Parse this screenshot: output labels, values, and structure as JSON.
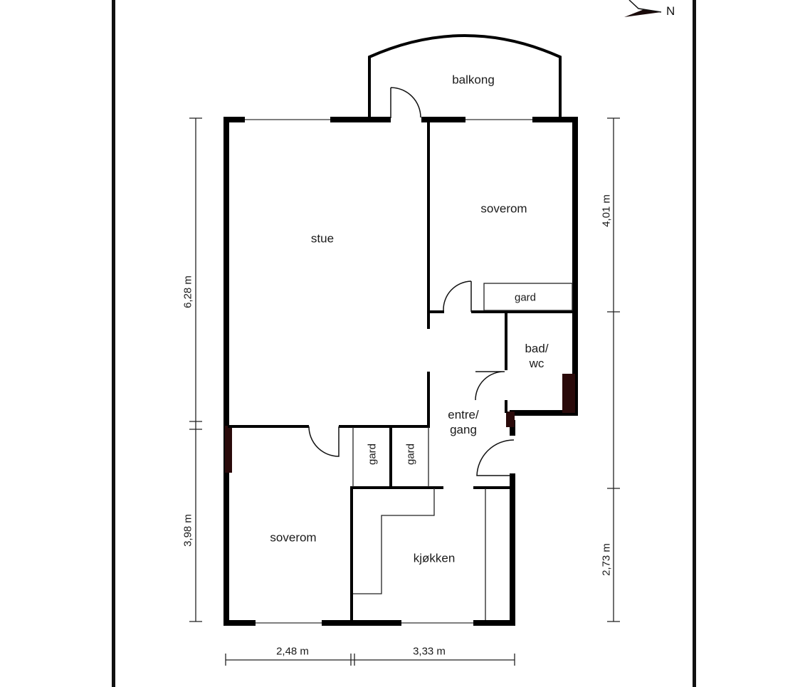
{
  "compass": {
    "label": "N",
    "icon": "north-arrow-icon"
  },
  "rooms": {
    "balcony": "balkong",
    "living_room": "stue",
    "bedroom_top": "soverom",
    "wardrobe_top": "gard",
    "bathroom": "bad/\nwc",
    "hallway": "entre/\ngang",
    "wardrobe_left": "gard",
    "wardrobe_right": "gard",
    "bedroom_bottom": "soverom",
    "kitchen": "kjøkken"
  },
  "dimensions": {
    "left_top": "6,28 m",
    "left_bottom": "3,98 m",
    "right_top": "4,01 m",
    "right_bottom": "2,73 m",
    "bottom_left": "2,48 m",
    "bottom_right": "3,33 m"
  },
  "colors": {
    "wall": "#000000",
    "accent_wall": "#2a0a0a",
    "line": "#1a1a1a",
    "background": "#ffffff"
  }
}
